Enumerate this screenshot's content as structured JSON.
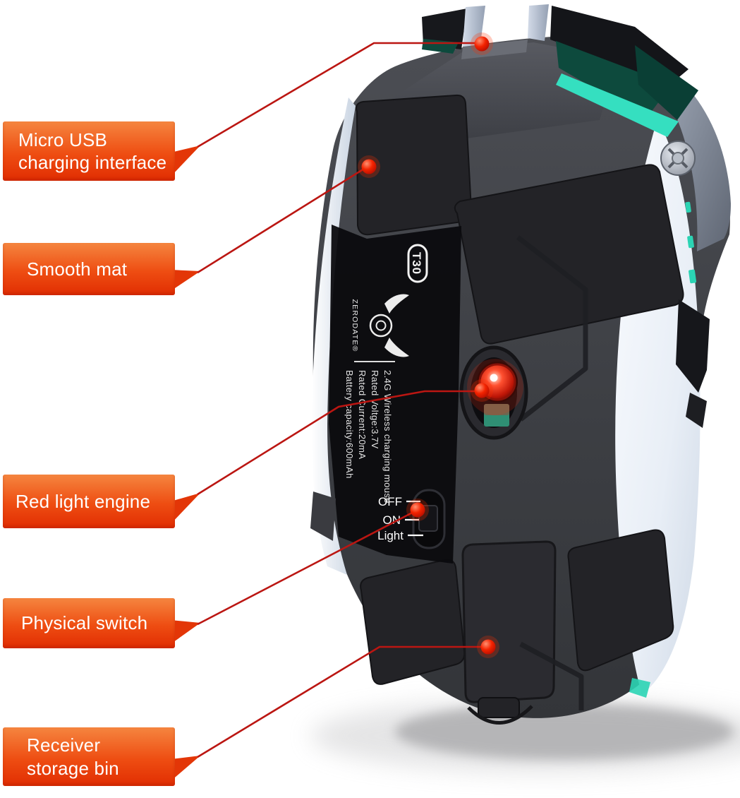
{
  "callouts": [
    {
      "lines": [
        "Micro USB",
        "charging interface"
      ],
      "target": "micro-usb-charging-port"
    },
    {
      "lines": [
        "Smooth mat"
      ],
      "target": "glide-pad"
    },
    {
      "lines": [
        "Red light engine"
      ],
      "target": "optical-sensor"
    },
    {
      "lines": [
        "Physical switch"
      ],
      "target": "power-switch"
    },
    {
      "lines": [
        "Receiver",
        "storage bin"
      ],
      "target": "receiver-storage-bin"
    }
  ],
  "mouse": {
    "model_badge": "T30",
    "brand": "ZERODATE®",
    "specs": [
      "2.4G Wireless charging mouse",
      "Rated Voltge:3.7V",
      "Rated Current:20mA",
      "Battery capacity:600mAh"
    ],
    "switch": {
      "labels": [
        "OFF",
        "ON",
        "Light"
      ]
    }
  },
  "colors": {
    "label_gradient_top": "#f5853f",
    "label_gradient_mid": "#ee4d12",
    "label_gradient_bottom": "#e12d02",
    "callout_line": "#bb1612",
    "callout_dot": "#ff2400",
    "body_gray": "#404247",
    "pad_black": "#232327",
    "sticker_black": "#0b0b0e",
    "accent_cyan": "#35dfc0",
    "accent_teal_dark": "#0d4a3d",
    "shell_white": "#f3f6fa",
    "sensor_red": "#ff5030"
  }
}
